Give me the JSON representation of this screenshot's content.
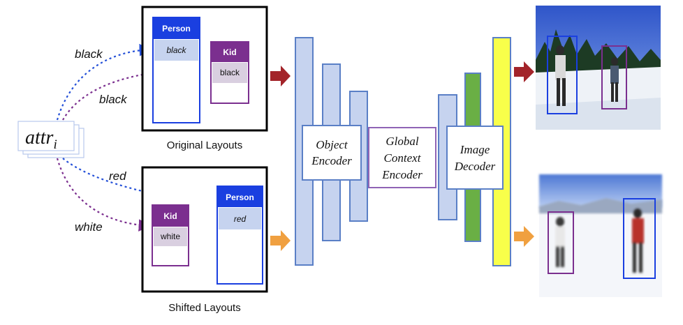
{
  "attr": {
    "base": "attr",
    "sub": "i"
  },
  "edges": {
    "black_person": "black",
    "black_kid": "black",
    "red_person": "red",
    "white_kid": "white"
  },
  "original_layouts": {
    "caption": "Original Layouts",
    "person": {
      "title": "Person",
      "attr": "black"
    },
    "kid": {
      "title": "Kid",
      "attr": "black"
    }
  },
  "shifted_layouts": {
    "caption": "Shifted Layouts",
    "person": {
      "title": "Person",
      "attr": "red"
    },
    "kid": {
      "title": "Kid",
      "attr": "white"
    }
  },
  "network": {
    "object_encoder": [
      "Object",
      "Encoder"
    ],
    "global_context_encoder": [
      "Global",
      "Context",
      "Encoder"
    ],
    "image_decoder": [
      "Image",
      "Decoder"
    ]
  },
  "colors": {
    "person": "#1a3fe0",
    "kid": "#7b2f8f",
    "blue_line": "#2450d8",
    "purple_line": "#7b2f8f",
    "arrow_top": "#a3242a",
    "arrow_bottom": "#f0a040",
    "bar_fill": "#c6d3ef",
    "bar_stroke": "#5a7fc6",
    "green": "#6aaf45",
    "yellow": "#f8ff4a"
  }
}
